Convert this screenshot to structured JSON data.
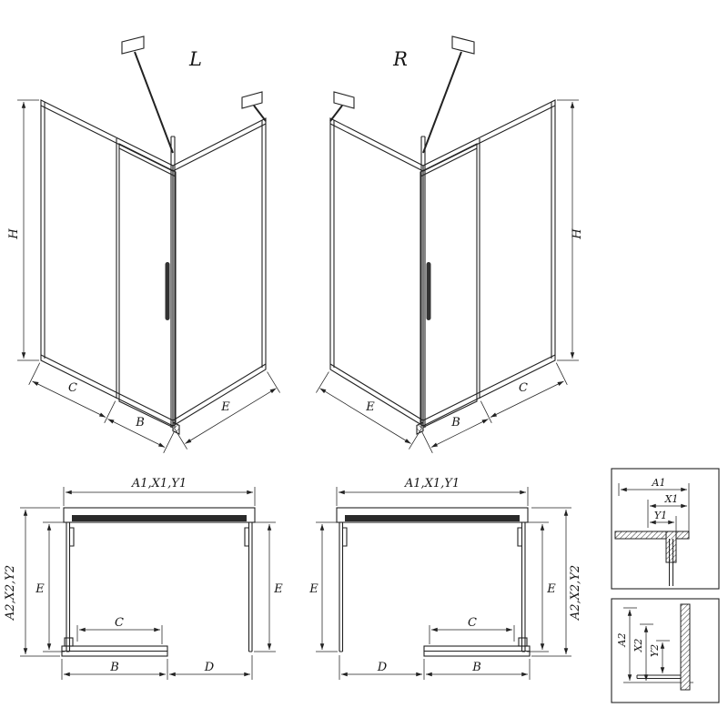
{
  "page": {
    "background": "#ffffff",
    "line_color": "#222222"
  },
  "views": {
    "iso_left": {
      "view_label": "L",
      "dim_height": "H",
      "dim_fixed": "C",
      "dim_door": "B",
      "dim_side": "E"
    },
    "iso_right": {
      "view_label": "R",
      "dim_height": "H",
      "dim_fixed": "C",
      "dim_door": "B",
      "dim_side": "E"
    },
    "plan_left": {
      "dim_width_top": "A1,X1,Y1",
      "dim_depth_side": "A2,X2,Y2",
      "dim_side_left": "E",
      "dim_side_right": "E",
      "dim_opening": "C",
      "dim_door": "B",
      "dim_fixed": "D"
    },
    "plan_right": {
      "dim_width_top": "A1,X1,Y1",
      "dim_depth_side": "A2,X2,Y2",
      "dim_side_left": "E",
      "dim_side_right": "E",
      "dim_opening": "C",
      "dim_door": "B",
      "dim_fixed": "D"
    },
    "detail_top": {
      "dim_a": "A1",
      "dim_x": "X1",
      "dim_y": "Y1"
    },
    "detail_bottom": {
      "dim_a": "A2",
      "dim_x": "X2",
      "dim_y": "Y2"
    }
  }
}
